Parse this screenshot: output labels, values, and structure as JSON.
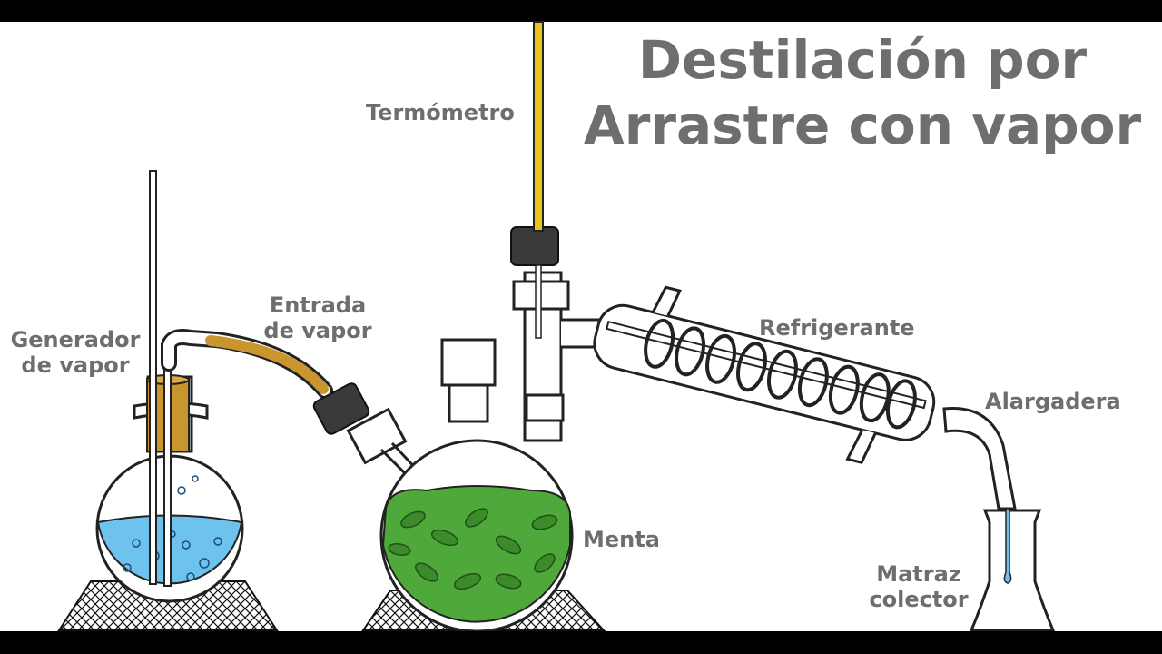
{
  "title": {
    "line1": "Destilación por",
    "line2": "Arrastre con vapor"
  },
  "labels": {
    "thermometer": "Termómetro",
    "steam_generator_1": "Generador",
    "steam_generator_2": "de vapor",
    "steam_inlet_1": "Entrada",
    "steam_inlet_2": "de vapor",
    "condenser": "Refrigerante",
    "adapter": "Alargadera",
    "mint": "Menta",
    "collector_1": "Matraz",
    "collector_2": "colector"
  },
  "colors": {
    "label_gray": "#6e6e6e",
    "water_blue": "#6ec3ee",
    "mint_green": "#4fa83a",
    "tube_ochre": "#c9952f",
    "thermometer_yellow": "#e8c41b",
    "glass_outline": "#222222"
  }
}
